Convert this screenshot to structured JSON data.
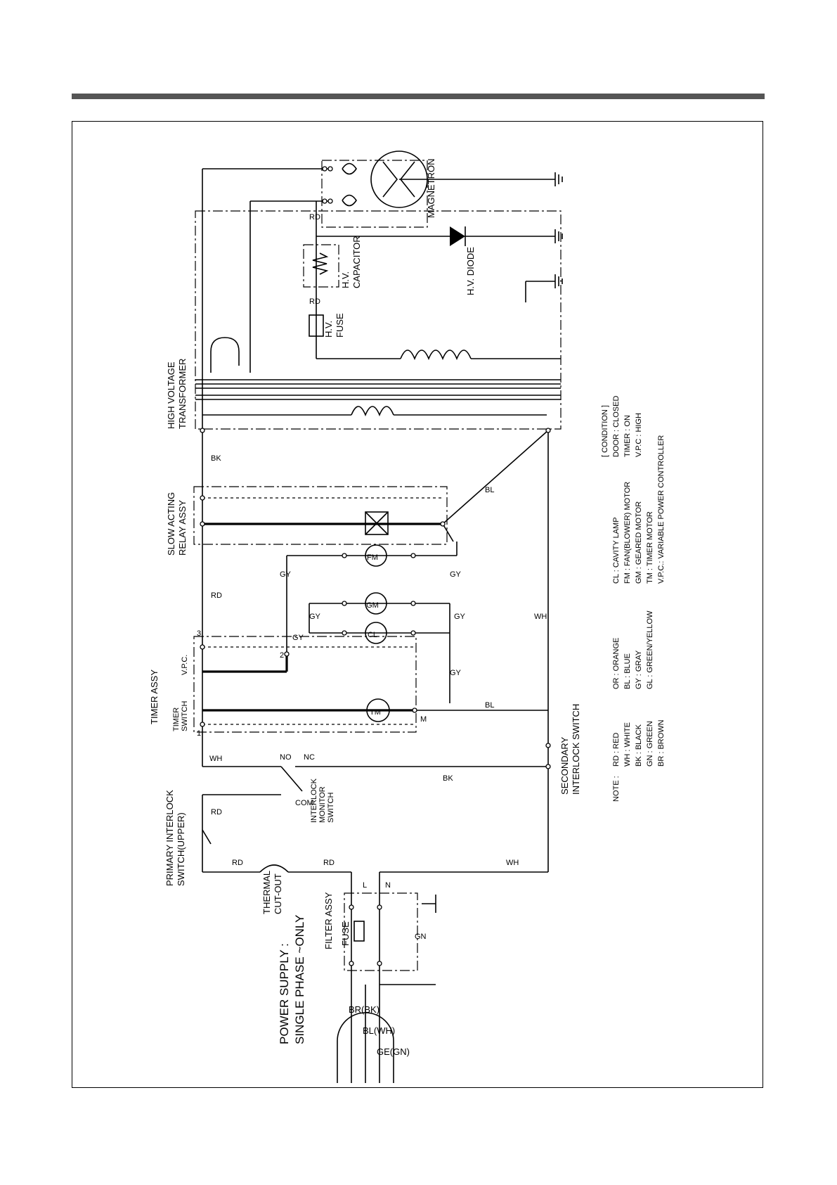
{
  "components": {
    "magnetron": "MAGNETRON",
    "hv_diode": "H.V. DIODE",
    "hv_capacitor": [
      "H.V.",
      "CAPACITOR"
    ],
    "hv_fuse": [
      "H.V.",
      "FUSE"
    ],
    "hv_transformer": [
      "HIGH VOLTAGE",
      "TRANSFORMER"
    ],
    "slow_relay": [
      "SLOW ACTING",
      "RELAY ASSY"
    ],
    "timer_assy": "TIMER ASSY",
    "vpc": "V.P.C.",
    "timer_switch": [
      "TIMER",
      "SWITCH"
    ],
    "interlock_monitor": [
      "INTERLOCK",
      "MONITOR",
      "SWITCH"
    ],
    "primary_interlock": [
      "PRIMARY INTERLOCK",
      "SWITCH(UPPER)"
    ],
    "secondary_interlock": [
      "SECONDARY",
      "INTERLOCK  SWITCH"
    ],
    "thermal_cutout": [
      "THERMAL",
      "CUT-OUT"
    ],
    "filter_assy": "FILTER ASSY",
    "fuse": "FUSE",
    "power_supply": [
      "POWER SUPPLY :",
      "SINGLE PHASE  ~ONLY"
    ]
  },
  "motor_labels": {
    "fm": "FM",
    "gm": "GM",
    "cl": "CL",
    "tm": "TM"
  },
  "terminals": {
    "t1": "1",
    "t2": "2",
    "t3": "3",
    "tm": "M",
    "no": "NO",
    "nc": "NC",
    "com": "COM",
    "l": "L",
    "n": "N"
  },
  "wires": {
    "rd": "RD",
    "bk": "BK",
    "bl": "BL",
    "wh": "WH",
    "gy": "GY",
    "gn": "GN",
    "br_bk": "BR(BK)",
    "bl_wh": "BL(WH)",
    "ge_gn": "GE(GN)"
  },
  "legend_colors": {
    "note": "NOTE :",
    "rows": [
      [
        "RD : RED",
        "OR : ORANGE"
      ],
      [
        "WH : WHITE",
        "BL : BLUE"
      ],
      [
        "BK : BLACK",
        "GY : GRAY"
      ],
      [
        "GN : GREEN",
        "GL : GREEN/YELLOW"
      ],
      [
        "BR : BROWN",
        ""
      ]
    ]
  },
  "legend_abbrev": [
    "CL  : CAVITY LAMP",
    "FM  : FAN(BLOWER) MOTOR",
    "GM  : GEARED MOTOR",
    "TM  : TIMER MOTOR",
    "V.P.C.: VARIABLE POWER CONTROLLER"
  ],
  "condition": {
    "title": "[ CONDITION ]",
    "lines": [
      "DOOR  : CLOSED",
      "TIMER  : ON",
      "V.P.C  : HIGH"
    ]
  }
}
